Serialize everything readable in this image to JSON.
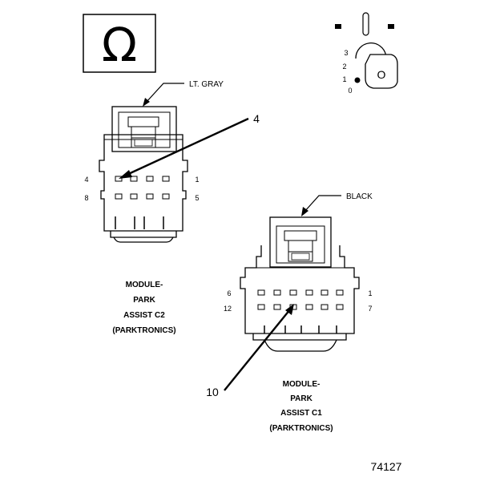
{
  "connector_c2": {
    "color_label": "LT. GRAY",
    "callout": "4",
    "pin_top_left": "4",
    "pin_top_right": "1",
    "pin_bottom_left": "8",
    "pin_bottom_right": "5",
    "title_lines": [
      "MODULE-",
      "PARK",
      "ASSIST C2",
      "(PARKTRONICS)"
    ]
  },
  "connector_c1": {
    "color_label": "BLACK",
    "callout": "10",
    "pin_top_left": "6",
    "pin_top_right": "1",
    "pin_bottom_left": "12",
    "pin_bottom_right": "7",
    "title_lines": [
      "MODULE-",
      "PARK",
      "ASSIST C1",
      "(PARKTRONICS)"
    ]
  },
  "ignition": {
    "positions": [
      "3",
      "2",
      "1",
      "0"
    ],
    "key_symbol": "O"
  },
  "omega_symbol": "Ω",
  "figure_number": "74127"
}
